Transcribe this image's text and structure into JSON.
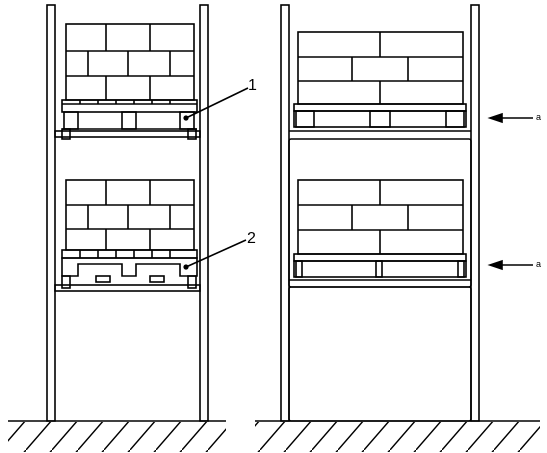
{
  "callouts": {
    "rack_pallet_1": "1",
    "rack_pallet_2": "2"
  },
  "arrow_labels": {
    "upper": "a",
    "lower": "a"
  },
  "colors": {
    "line": "#000000",
    "background": "#ffffff"
  }
}
